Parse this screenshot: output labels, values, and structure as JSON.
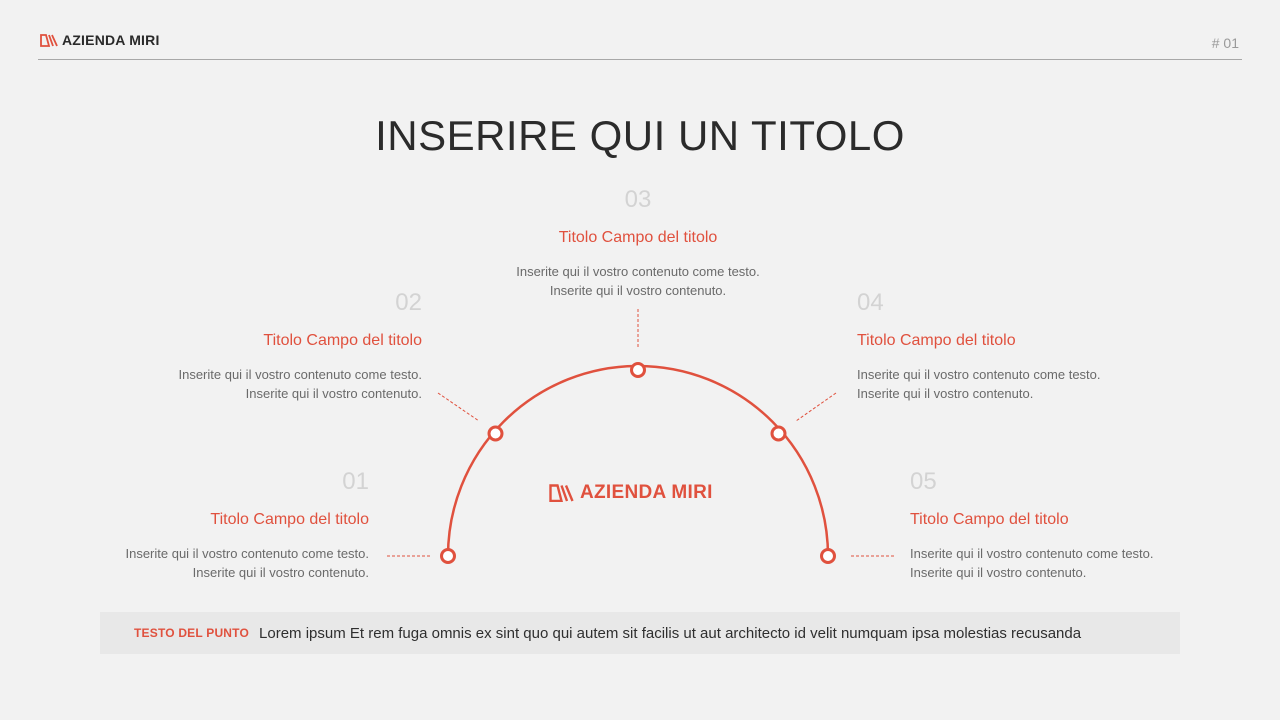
{
  "header": {
    "brand": "AZIENDA MIRI",
    "page_number": "# 01"
  },
  "title": "INSERIRE QUI UN TITOLO",
  "center_brand": "AZIENDA MIRI",
  "accent_color": "#e0513e",
  "steps": [
    {
      "number": "01",
      "title": "Titolo Campo del titolo",
      "line1": "Inserite qui il vostro contenuto come testo.",
      "line2": "Inserite qui il vostro contenuto."
    },
    {
      "number": "02",
      "title": "Titolo Campo del titolo",
      "line1": "Inserite qui il vostro contenuto come testo.",
      "line2": "Inserite qui il vostro contenuto."
    },
    {
      "number": "03",
      "title": "Titolo Campo del titolo",
      "line1": "Inserite qui il vostro contenuto come testo.",
      "line2": "Inserite qui il vostro contenuto."
    },
    {
      "number": "04",
      "title": "Titolo Campo del titolo",
      "line1": "Inserite qui il vostro contenuto come testo.",
      "line2": "Inserite qui il vostro contenuto."
    },
    {
      "number": "05",
      "title": "Titolo Campo del titolo",
      "line1": "Inserite qui il vostro contenuto come testo.",
      "line2": "Inserite qui il vostro contenuto."
    }
  ],
  "footer": {
    "label": "TESTO DEL PUNTO",
    "text": "Lorem ipsum Et rem fuga omnis ex sint quo qui autem sit facilis ut aut architecto id velit numquam ipsa molestias recusanda"
  }
}
